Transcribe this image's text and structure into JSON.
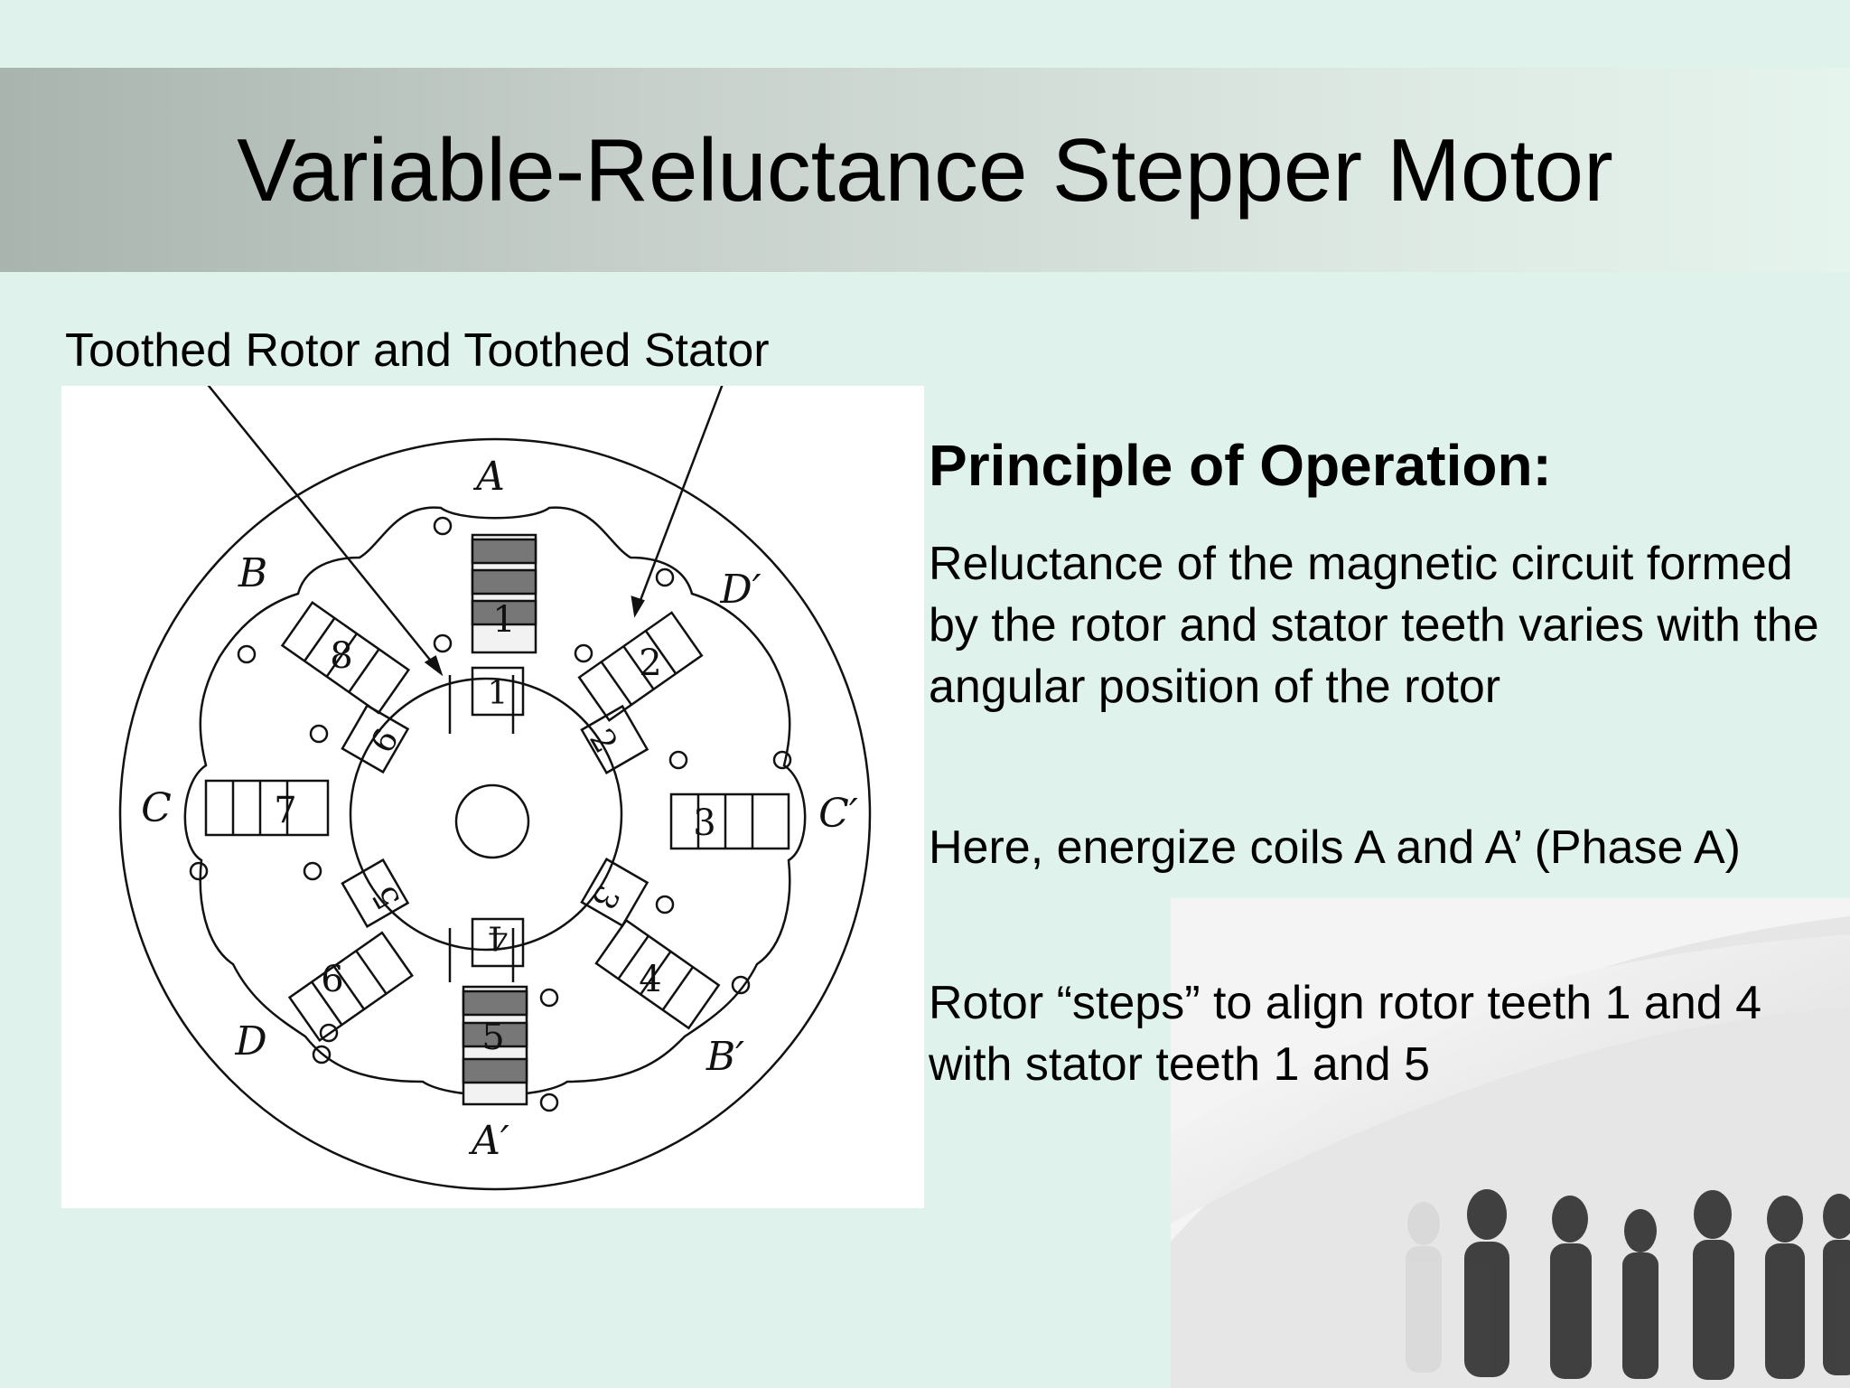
{
  "slide": {
    "title": "Variable-Reluctance Stepper Motor",
    "diagram_caption": "Toothed Rotor and Toothed Stator",
    "heading": "Principle of Operation:",
    "paragraphs": [
      "Reluctance of the magnetic circuit formed by the rotor and stator teeth varies with the angular position of the rotor",
      "Here, energize coils A and A’ (Phase A)",
      "Rotor “steps” to align rotor teeth 1 and 4 with stator teeth 1 and 5"
    ]
  },
  "diagram": {
    "phase_labels": {
      "A": "A",
      "A_prime": "A′",
      "B": "B",
      "B_prime": "B′",
      "C": "C",
      "C_prime": "C′",
      "D": "D",
      "D_prime": "D′"
    },
    "stator_teeth": [
      "1",
      "2",
      "3",
      "4",
      "5",
      "6",
      "7",
      "8"
    ],
    "rotor_teeth": [
      "1",
      "2",
      "3",
      "4",
      "5",
      "6"
    ]
  },
  "colors": {
    "background": "#dff3ec",
    "title_band_dark": "#a9b4ae",
    "title_band_light": "#e6f4ee",
    "diagram_background": "#ffffff"
  }
}
